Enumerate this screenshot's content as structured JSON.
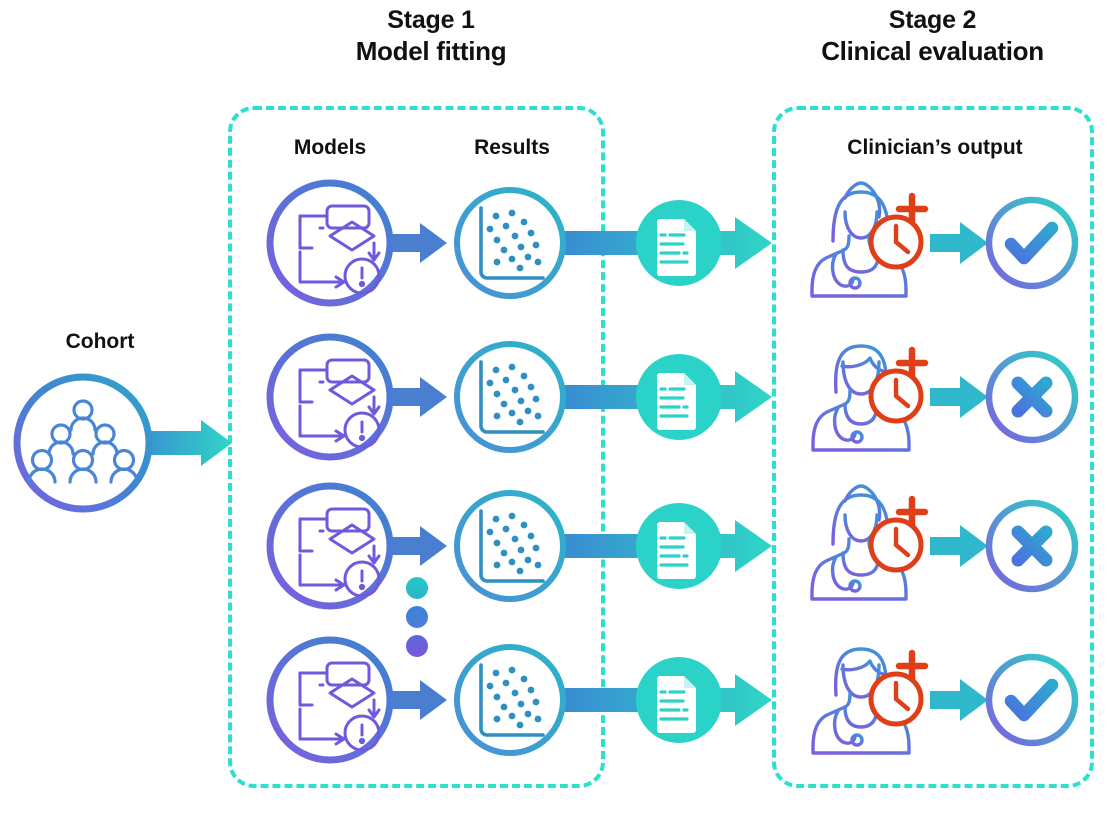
{
  "figure": {
    "type": "two-stage-pipeline-diagram",
    "background": "#ffffff",
    "accent_teal": "#2ddfcf",
    "accent_blue": "#3b8fd4",
    "accent_purple": "#6f5bd6",
    "accent_orange": "#e03e17"
  },
  "cohort": {
    "label": "Cohort",
    "icon": "group-of-people-icon"
  },
  "stages": [
    {
      "id": "stage-1",
      "number_label": "Stage 1",
      "name_label": "Model fitting",
      "columns": [
        {
          "id": "models",
          "label": "Models",
          "icon": "flowchart-model-icon"
        },
        {
          "id": "results",
          "label": "Results",
          "icon": "scatter-plot-icon"
        }
      ]
    },
    {
      "id": "stage-2",
      "number_label": "Stage 2",
      "name_label": "Clinical evaluation",
      "columns": [
        {
          "id": "clinician-output",
          "label": "Clinician’s output",
          "icon": "clinician-icon"
        }
      ]
    }
  ],
  "rows": [
    {
      "index": 1,
      "model_icon": "flowchart-model-icon",
      "results_icon": "scatter-plot-icon",
      "report_icon": "document-report-icon",
      "clinician_icon": "female-clinician-icon",
      "clinician_badge": "clock-plus-icon",
      "outcome_icon": "check-circle-icon",
      "outcome": "approved"
    },
    {
      "index": 2,
      "model_icon": "flowchart-model-icon",
      "results_icon": "scatter-plot-icon",
      "report_icon": "document-report-icon",
      "clinician_icon": "male-clinician-icon",
      "clinician_badge": "clock-plus-icon",
      "outcome_icon": "cross-circle-icon",
      "outcome": "rejected"
    },
    {
      "index": 3,
      "model_icon": "flowchart-model-icon",
      "results_icon": "scatter-plot-icon",
      "report_icon": "document-report-icon",
      "clinician_icon": "female-clinician-icon",
      "clinician_badge": "clock-plus-icon",
      "outcome_icon": "cross-circle-icon",
      "outcome": "rejected"
    },
    {
      "index": 4,
      "model_icon": "flowchart-model-icon",
      "results_icon": "scatter-plot-icon",
      "report_icon": "document-report-icon",
      "clinician_icon": "male-clinician-icon",
      "clinician_badge": "clock-plus-icon",
      "outcome_icon": "check-circle-icon",
      "outcome": "approved"
    }
  ],
  "ellipsis": {
    "icon": "vertical-ellipsis-icon",
    "dot_count": 3
  }
}
